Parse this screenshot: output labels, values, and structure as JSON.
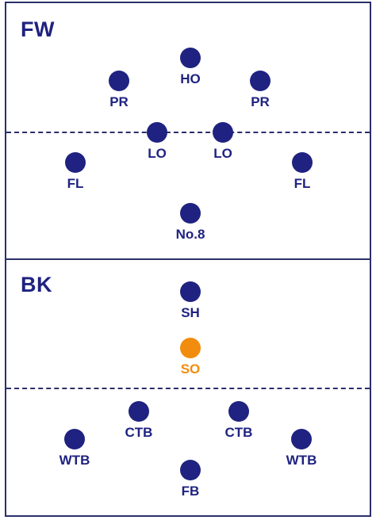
{
  "colors": {
    "primary": "#1f2280",
    "highlight": "#f28c0f",
    "border": "#2b2f6a"
  },
  "forwards": {
    "title": "FW",
    "players": [
      {
        "id": "ho",
        "label": "HO"
      },
      {
        "id": "pr-left",
        "label": "PR"
      },
      {
        "id": "pr-right",
        "label": "PR"
      },
      {
        "id": "lo-left",
        "label": "LO"
      },
      {
        "id": "lo-right",
        "label": "LO"
      },
      {
        "id": "fl-left",
        "label": "FL"
      },
      {
        "id": "fl-right",
        "label": "FL"
      },
      {
        "id": "no8",
        "label": "No.8"
      }
    ]
  },
  "backs": {
    "title": "BK",
    "players": [
      {
        "id": "sh",
        "label": "SH"
      },
      {
        "id": "so",
        "label": "SO",
        "highlighted": true
      },
      {
        "id": "ctb-left",
        "label": "CTB"
      },
      {
        "id": "ctb-right",
        "label": "CTB"
      },
      {
        "id": "wtb-left",
        "label": "WTB"
      },
      {
        "id": "wtb-right",
        "label": "WTB"
      },
      {
        "id": "fb",
        "label": "FB"
      }
    ]
  }
}
